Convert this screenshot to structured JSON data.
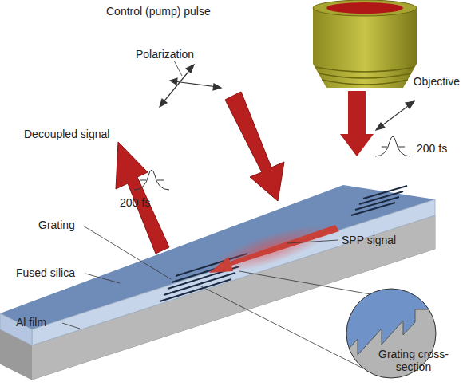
{
  "diagram": {
    "labels": [
      "Control (pump) pulse",
      "Polarization",
      "Objective",
      "Decoupled signal",
      "200 fs",
      "200 fs",
      "Grating",
      "Fused silica",
      "SPP signal",
      "Al film",
      "Grating cross-section"
    ]
  }
}
